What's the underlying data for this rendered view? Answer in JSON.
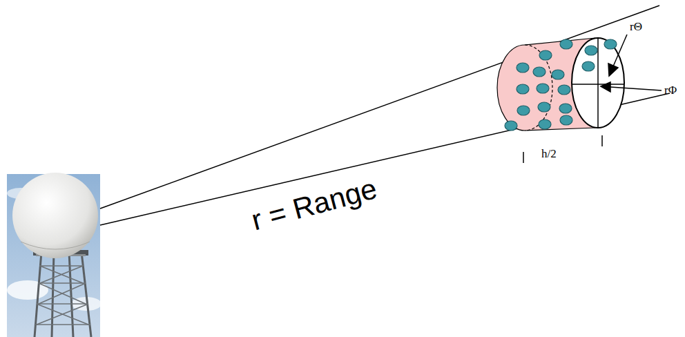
{
  "diagram": {
    "labels": [
      "rΘ",
      "rΦ",
      "h/2",
      "r = Range"
    ]
  }
}
